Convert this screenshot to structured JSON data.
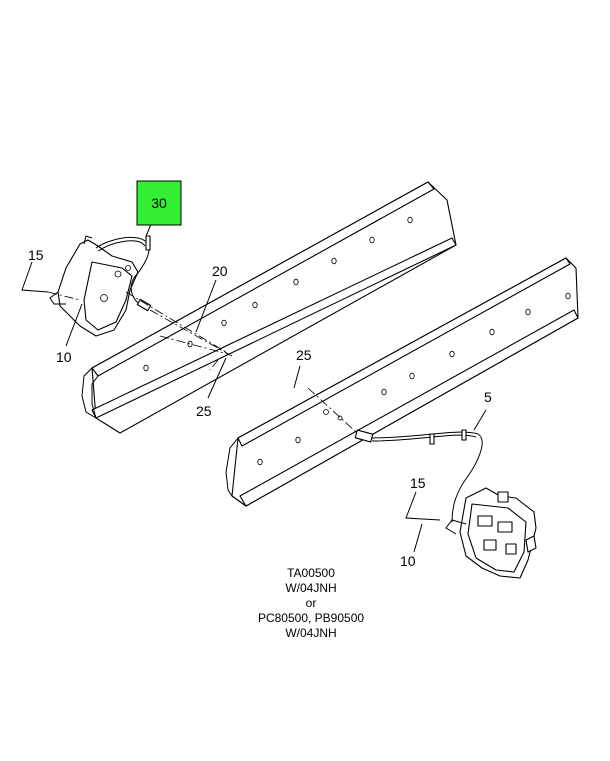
{
  "callouts": {
    "c30": "30",
    "c20": "20",
    "c15a": "15",
    "c10a": "10",
    "c25a": "25",
    "c25b": "25",
    "c5": "5",
    "c15b": "15",
    "c10b": "10"
  },
  "highlight_color": "#33ee33",
  "reference": {
    "line1": "TA00500",
    "line2": "W/04JNH",
    "line3": "or",
    "line4": "PC80500, PB90500",
    "line5": "W/04JNH"
  }
}
